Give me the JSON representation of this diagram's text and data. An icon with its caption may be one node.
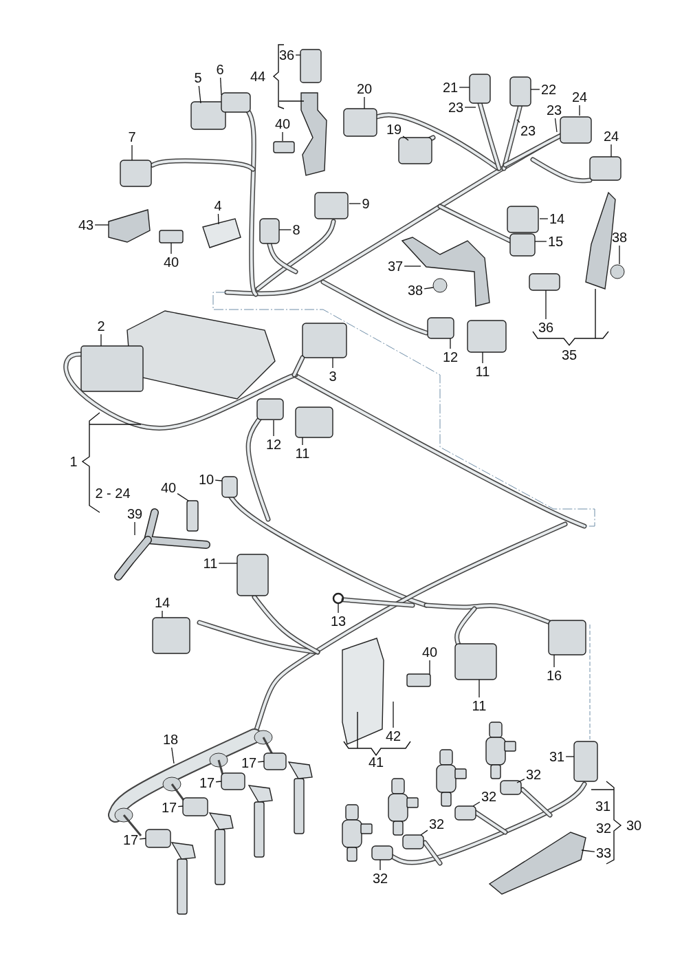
{
  "diagram": {
    "nodes": [
      {
        "text": [
          "5"
        ]
      },
      {
        "text": [
          "6"
        ]
      },
      {
        "text": [
          "36"
        ]
      },
      {
        "text": [
          "21"
        ]
      },
      {
        "text": [
          "22"
        ]
      },
      {
        "text": [
          "20"
        ]
      },
      {
        "text": [
          "23"
        ]
      },
      {
        "text": [
          "40"
        ]
      },
      {
        "text": [
          "23"
        ]
      },
      {
        "text": [
          "24"
        ]
      },
      {
        "text": [
          "23"
        ]
      },
      {
        "text": [
          "7"
        ]
      },
      {
        "text": [
          "19"
        ]
      },
      {
        "text": [
          "24"
        ]
      },
      {
        "text": [
          "4"
        ]
      },
      {
        "text": [
          "9"
        ]
      },
      {
        "text": [
          "43"
        ]
      },
      {
        "text": [
          "14"
        ]
      },
      {
        "text": [
          "8"
        ]
      },
      {
        "text": [
          "15"
        ]
      },
      {
        "text": [
          "38"
        ]
      },
      {
        "text": [
          "40"
        ]
      },
      {
        "text": [
          "37"
        ]
      },
      {
        "text": [
          "38"
        ]
      },
      {
        "text": [
          "2"
        ]
      },
      {
        "text": [
          "36"
        ]
      },
      {
        "text": [
          "12"
        ]
      },
      {
        "text": [
          "3"
        ]
      },
      {
        "text": [
          "11"
        ]
      },
      {
        "text": [
          "12"
        ]
      },
      {
        "text": [
          "11"
        ]
      },
      {
        "text": [
          "10"
        ]
      },
      {
        "text": [
          "40"
        ]
      },
      {
        "text": [
          "39"
        ]
      },
      {
        "text": [
          "11"
        ]
      },
      {
        "text": [
          "14"
        ]
      },
      {
        "text": [
          "13"
        ]
      },
      {
        "text": [
          "40"
        ]
      },
      {
        "text": [
          "16"
        ]
      },
      {
        "text": [
          "11"
        ]
      },
      {
        "text": [
          "42"
        ]
      },
      {
        "text": [
          "18"
        ]
      },
      {
        "text": [
          "17"
        ]
      },
      {
        "text": [
          "31"
        ]
      },
      {
        "text": [
          "32"
        ]
      },
      {
        "text": [
          "17"
        ]
      },
      {
        "text": [
          "32"
        ]
      },
      {
        "text": [
          "17"
        ]
      },
      {
        "text": [
          "32"
        ]
      },
      {
        "text": [
          "17"
        ]
      },
      {
        "text": [
          "33"
        ]
      },
      {
        "text": [
          "32"
        ]
      }
    ],
    "edges": [
      {
        "from": 0,
        "to": null,
        "arrow": "none"
      },
      {
        "from": 1,
        "to": null,
        "arrow": "none"
      },
      {
        "from": 2,
        "to": null,
        "arrow": "none"
      },
      {
        "from": 3,
        "to": null,
        "arrow": "none"
      },
      {
        "from": 4,
        "to": null,
        "arrow": "none"
      },
      {
        "from": 5,
        "to": null,
        "arrow": "none"
      },
      {
        "from": 6,
        "to": null,
        "arrow": "none"
      },
      {
        "from": 7,
        "to": null,
        "arrow": "none"
      },
      {
        "from": 8,
        "to": null,
        "arrow": "none"
      },
      {
        "from": 9,
        "to": null,
        "arrow": "none"
      },
      {
        "from": 10,
        "to": null,
        "arrow": "none"
      },
      {
        "from": 11,
        "to": null,
        "arrow": "none"
      },
      {
        "from": 12,
        "to": null,
        "arrow": "none"
      },
      {
        "from": 13,
        "to": null,
        "arrow": "none"
      },
      {
        "from": 14,
        "to": null,
        "arrow": "none"
      },
      {
        "from": 15,
        "to": null,
        "arrow": "none"
      },
      {
        "from": 16,
        "to": null,
        "arrow": "none"
      },
      {
        "from": 17,
        "to": null,
        "arrow": "none"
      },
      {
        "from": 18,
        "to": null,
        "arrow": "none"
      },
      {
        "from": 19,
        "to": null,
        "arrow": "none"
      },
      {
        "from": 20,
        "to": null,
        "arrow": "none"
      },
      {
        "from": 21,
        "to": null,
        "arrow": "none"
      },
      {
        "from": 22,
        "to": null,
        "arrow": "none"
      },
      {
        "from": 23,
        "to": null,
        "arrow": "none"
      },
      {
        "from": 24,
        "to": null,
        "arrow": "none"
      },
      {
        "from": 25,
        "to": null,
        "arrow": "none"
      },
      {
        "from": 26,
        "to": null,
        "arrow": "none"
      },
      {
        "from": 27,
        "to": null,
        "arrow": "none"
      },
      {
        "from": 28,
        "to": null,
        "arrow": "none"
      },
      {
        "from": 29,
        "to": null,
        "arrow": "none"
      },
      {
        "from": 30,
        "to": null,
        "arrow": "none"
      },
      {
        "from": 31,
        "to": null,
        "arrow": "none"
      },
      {
        "from": 32,
        "to": null,
        "arrow": "none"
      },
      {
        "from": 33,
        "to": null,
        "arrow": "none"
      },
      {
        "from": 34,
        "to": null,
        "arrow": "none"
      },
      {
        "from": 35,
        "to": null,
        "arrow": "none"
      },
      {
        "from": 36,
        "to": null,
        "arrow": "none"
      },
      {
        "from": 37,
        "to": null,
        "arrow": "none"
      },
      {
        "from": 38,
        "to": null,
        "arrow": "none"
      },
      {
        "from": 39,
        "to": null,
        "arrow": "none"
      },
      {
        "from": 40,
        "to": null,
        "arrow": "none"
      },
      {
        "from": 41,
        "to": null,
        "arrow": "none"
      },
      {
        "from": 42,
        "to": null,
        "arrow": "none"
      },
      {
        "from": 43,
        "to": null,
        "arrow": "none"
      },
      {
        "from": 44,
        "to": null,
        "arrow": "none"
      },
      {
        "from": 45,
        "to": null,
        "arrow": "none"
      },
      {
        "from": 46,
        "to": null,
        "arrow": "none"
      },
      {
        "from": 47,
        "to": null,
        "arrow": "none"
      },
      {
        "from": 48,
        "to": null,
        "arrow": "none"
      },
      {
        "from": 49,
        "to": null,
        "arrow": "none"
      },
      {
        "from": 50,
        "to": null,
        "arrow": "none"
      },
      {
        "from": 51,
        "to": null,
        "arrow": "none"
      }
    ],
    "labels": [
      "44",
      "35",
      "1",
      "2 - 24",
      "41",
      "31",
      "32",
      "30"
    ]
  }
}
